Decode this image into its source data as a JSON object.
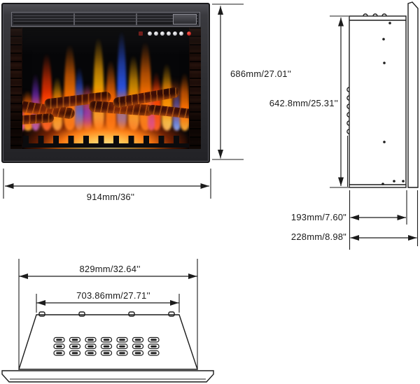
{
  "page": {
    "background": "#ffffff",
    "line_color": "#1c1c1c",
    "label_color": "#1a1a1a"
  },
  "dimensions": {
    "front_height": "686mm/27.01''",
    "side_height": "642.8mm/25.31''",
    "front_width": "914mm/36''",
    "depth_body": "193mm/7.60\"",
    "depth_total": "228mm/8.98\"",
    "top_body_width": "829mm/32.64''",
    "top_inner_width": "703.86mm/27.71''"
  },
  "front_view": {
    "type": "product-photo",
    "frame_color": "#323236",
    "brick_color": "#55281c",
    "ember_color": "#ffc14d",
    "flame_palette": {
      "orange": "#ff7a00",
      "amber": "#ffb400",
      "red": "#ff3600",
      "blue": "#2b55e8",
      "violet": "#7a2fd0",
      "magenta": "#c03fa8"
    },
    "controls": {
      "white_button_count": 6,
      "power_button_color": "#b51313",
      "indicator_color": "#6a1512"
    }
  }
}
